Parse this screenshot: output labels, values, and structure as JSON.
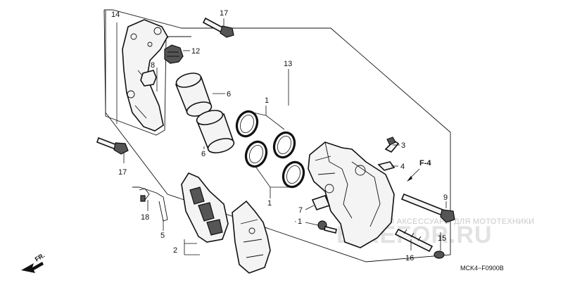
{
  "callouts": {
    "c1a": "1",
    "c1b": "1",
    "c1c": "1",
    "c2": "2",
    "c3": "3",
    "c4": "4",
    "c5": "5",
    "c6a": "6",
    "c6b": "6",
    "c7": "7",
    "c8": "8",
    "c9": "9",
    "c12": "12",
    "c13": "13",
    "c14": "14",
    "c15": "15",
    "c16": "16",
    "c17a": "17",
    "c17b": "17",
    "c18": "18"
  },
  "section_ref": "F-4",
  "direction_label": "FR.",
  "diagram_code": "MCK4−F0900B",
  "watermark": {
    "line": "ЗАПЧАСТИ И АКСЕССУАРЫ ДЛЯ МОТОТЕХНИКИ",
    "logo": "BIKEFOR.RU"
  }
}
